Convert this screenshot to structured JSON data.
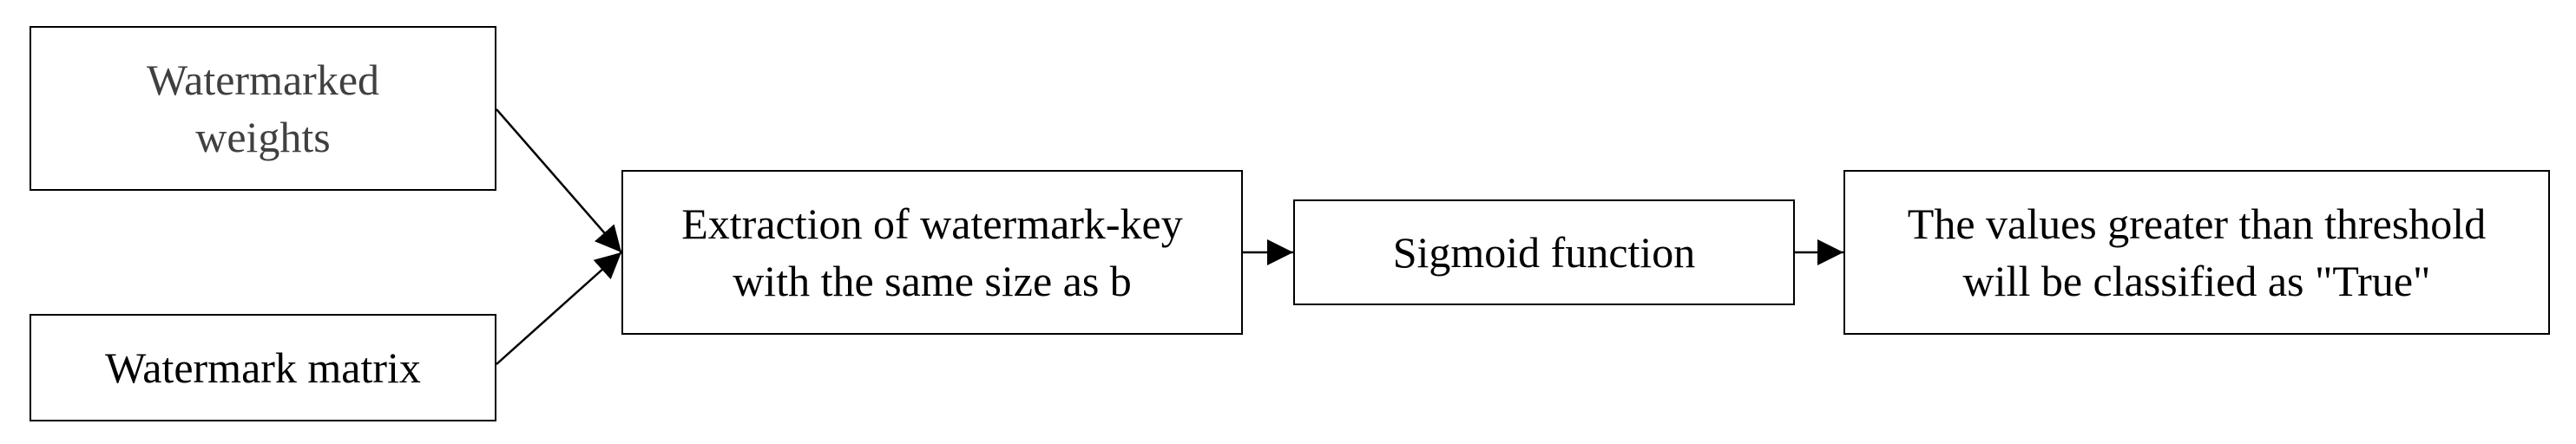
{
  "diagram": {
    "nodes": {
      "watermarked_weights": "Watermarked\nweights",
      "watermark_matrix": "Watermark matrix",
      "extraction": "Extraction of watermark-key\nwith the same size as b",
      "sigmoid": "Sigmoid function",
      "threshold": "The values greater than threshold\nwill be classified as \"True\""
    },
    "edges": [
      {
        "from": "watermarked_weights",
        "to": "extraction"
      },
      {
        "from": "watermark_matrix",
        "to": "extraction"
      },
      {
        "from": "extraction",
        "to": "sigmoid"
      },
      {
        "from": "sigmoid",
        "to": "threshold"
      }
    ],
    "colors": {
      "stroke": "#000000",
      "text": "#000000",
      "muted_text": "#404040",
      "background": "#ffffff"
    }
  }
}
